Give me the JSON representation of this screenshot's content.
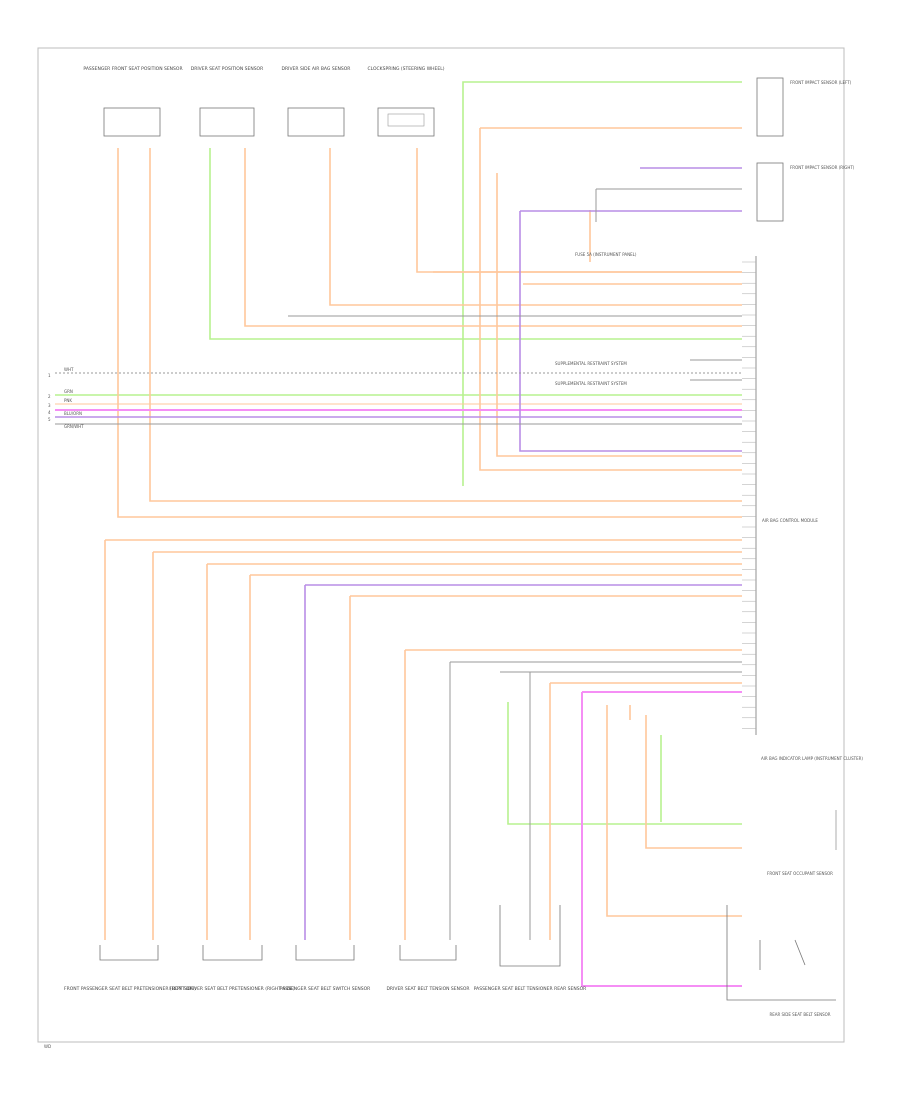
{
  "diagram": {
    "module_label": "AIR BAG CONTROL MODULE",
    "footer_code": "WD",
    "top_components": [
      {
        "label": "PASSENGER FRONT SEAT POSITION SENSOR"
      },
      {
        "label": "DRIVER SEAT POSITION SENSOR"
      },
      {
        "label": "DRIVER SIDE AIR BAG SENSOR"
      },
      {
        "label": "CLOCKSPRING (STEERING WHEEL)"
      }
    ],
    "right_connectors": [
      {
        "label": "FRONT IMPACT SENSOR (LEFT)"
      },
      {
        "label": "FRONT IMPACT SENSOR (RIGHT)"
      }
    ],
    "bottom_components": [
      {
        "label": "FRONT PASSENGER SEAT BELT PRETENSIONER (LEFT SIDE)"
      },
      {
        "label": "FRONT DRIVER SEAT BELT PRETENSIONER (RIGHT SIDE)"
      },
      {
        "label": "PASSENGER SEAT BELT SWITCH SENSOR"
      },
      {
        "label": "DRIVER SEAT BELT TENSION SENSOR"
      },
      {
        "label": "PASSENGER SEAT BELT TENSIONER REAR SENSOR"
      }
    ],
    "right_bottom_labels": [
      {
        "label": "AIR BAG INDICATOR LAMP (INSTRUMENT CLUSTER)"
      },
      {
        "label": "FRONT SEAT OCCUPANT SENSOR"
      },
      {
        "label": "REAR SIDE SEAT BELT SENSOR"
      }
    ],
    "mid_labels": [
      {
        "label": "SUPPLEMENTAL RESTRAINT SYSTEM"
      },
      {
        "label": "SUPPLEMENTAL RESTRAINT SYSTEM"
      },
      {
        "label": "FUSE 5A (INSTRUMENT PANEL)"
      }
    ],
    "left_pins": [
      {
        "label": "1"
      },
      {
        "label": "2"
      },
      {
        "label": "3"
      },
      {
        "label": "4"
      },
      {
        "label": "5"
      }
    ],
    "left_wire_labels": [
      {
        "label": "WHT"
      },
      {
        "label": "GRN"
      },
      {
        "label": "PNK"
      },
      {
        "label": "BLU/ORN"
      },
      {
        "label": "GRN/WHT"
      }
    ],
    "colors": {
      "orange": "#ffc79b",
      "green": "#b7f28f",
      "magenta": "#f58ef5",
      "purple": "#b98ee6",
      "gray": "#9a9a9a",
      "dark": "#555555",
      "frame": "#bdbdbd"
    }
  }
}
